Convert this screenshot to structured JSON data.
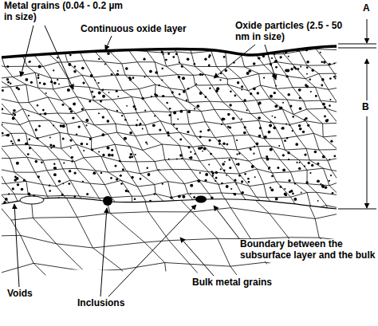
{
  "diagram": {
    "labels": [
      "Metal grains (0.04 - 0.2 µm in size)",
      "Continuous oxide layer",
      "Oxide particles (2.5 - 50 nm in size)",
      "A",
      "B",
      "Boundary between the subsurface layer and the bulk",
      "Voids",
      "Inclusions",
      "Bulk metal grains"
    ]
  }
}
